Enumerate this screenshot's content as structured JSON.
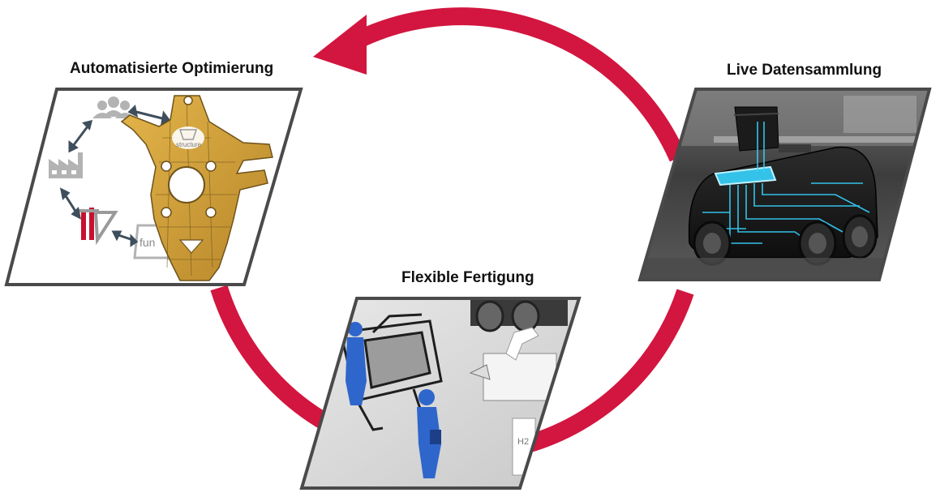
{
  "cycle": {
    "stages": [
      {
        "label": "Automatisierte Optimierung"
      },
      {
        "label": "Live Datensammlung"
      },
      {
        "label": "Flexible Fertigung"
      }
    ]
  },
  "optimization_panel": {
    "icon_text_structure": "structure",
    "icon_text_function": "fun"
  },
  "manufacturing_panel": {
    "hydrogen_label": "H2"
  },
  "colors": {
    "cycle_arrow": "#d2163f",
    "panel_border": "#4a4a4a",
    "bracket_gold": "#d0a233",
    "data_glow": "#37d4ff",
    "worker_blue": "#2f66cc",
    "logo_red": "#c8102e"
  }
}
